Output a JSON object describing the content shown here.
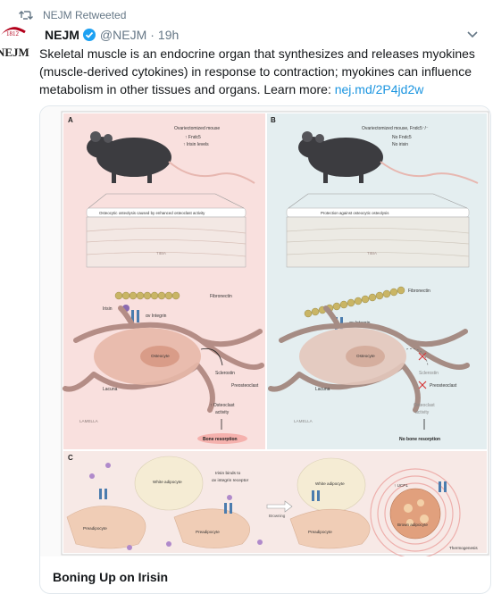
{
  "retweet": {
    "label": "NEJM Retweeted",
    "icon": "retweet-icon"
  },
  "avatar": {
    "logo_text": "NEJM",
    "seal_text": "1812"
  },
  "tweet": {
    "name": "NEJM",
    "handle": "@NEJM",
    "separator": "·",
    "time": "19h",
    "text_line1": "Skeletal muscle is an endocrine organ that synthesizes and releases myokines",
    "text_line2": "(muscle-derived cytokines) in response to contraction; myokines can influence",
    "text_line3": "metabolism in other tissues and organs. Learn more:",
    "link": "nej.md/2P4jd2w"
  },
  "card": {
    "title": "Boning Up on Irisin",
    "figure": {
      "panel_a": {
        "letter": "A",
        "mouse_line1": "Ovariectomized mouse",
        "mouse_line2": "↑ Fndc5",
        "mouse_line3": "↑ Irisin levels",
        "osteolysis": "Osteocytic osteolysis caused by enhanced osteoclast activity",
        "tibia": "TIBIA",
        "fibronectin": "Fibronectin",
        "irisin": "Irisin",
        "integrin": "αv Integrin",
        "osteocyte": "Osteocyte",
        "sclerostin": "Sclerostin",
        "preosteoclast": "Preosteoclast",
        "lacuna": "Lacuna",
        "lamella": "LAMELLA",
        "activity_line1": "↑ Osteoclast",
        "activity_line2": "activity",
        "result": "Bone resorption"
      },
      "panel_b": {
        "letter": "B",
        "mouse_line1": "Ovariectomized mouse, Fndc5⁻/⁻",
        "mouse_line2": "No Fndc5",
        "mouse_line3": "No irisin",
        "osteolysis": "Protection against osteocytic osteolysis",
        "tibia": "TIBIA",
        "fibronectin": "Fibronectin",
        "integrin": "αv Integrin",
        "osteocyte": "Osteocyte",
        "sclerostin": "Sclerostin",
        "preosteoclast": "Preosteoclast",
        "lacuna": "Lacuna",
        "lamella": "LAMELLA",
        "activity_line1": "Osteoclast",
        "activity_line2": "activity",
        "result": "No bone resorption"
      },
      "panel_c": {
        "letter": "C",
        "white_adipocyte": "White adipocyte",
        "preadipocyte": "Preadipocyte",
        "binds_line1": "Irisin binds to",
        "binds_line2": "αv integrin receptor",
        "browning": "Browning",
        "ucp1": "↑ UCP1",
        "brown_adipocyte": "Brown adipocyte",
        "thermogenesis": "Thermogenesis"
      }
    }
  },
  "colors": {
    "link": "#1b95e0",
    "muted": "#657786",
    "verified": "#1da1f2",
    "panel_a_bg": "#f9e0de",
    "panel_b_bg": "#e4eef0"
  }
}
